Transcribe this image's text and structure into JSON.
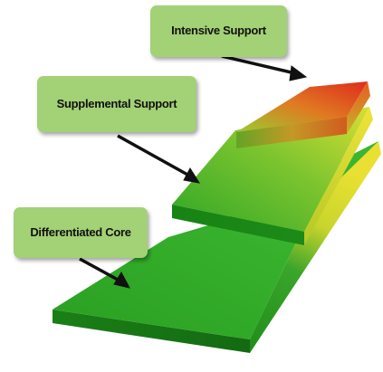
{
  "labels": {
    "intensive": "Intensive Support",
    "supplemental": "Supplemental Support",
    "core": "Differentiated Core"
  },
  "colors": {
    "label_fill": "#a3d175",
    "tier_green": "#1f9a1c",
    "tier_yellow": "#e6e22a",
    "tier_red": "#e0261d",
    "arrow": "#111111"
  }
}
